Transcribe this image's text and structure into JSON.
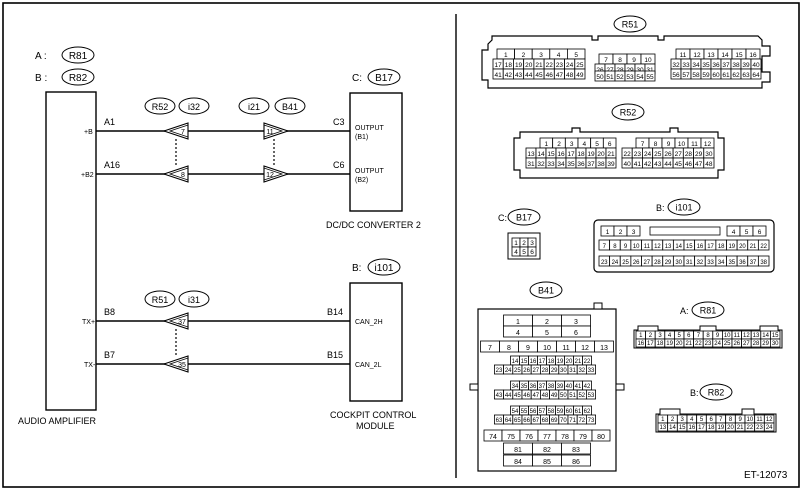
{
  "labels": {
    "a_prefix": "A :",
    "b_prefix": "B :",
    "c_prefix": "C:",
    "b2_prefix": "B:",
    "a_conn": "R81",
    "b_conn": "R82",
    "c_conn": "B17",
    "b_cockpit_conn": "i101",
    "audio_amplifier": "AUDIO AMPLIFIER",
    "dcdc_converter": "DC/DC CONVERTER 2",
    "cockpit_line1": "COCKPIT CONTROL",
    "cockpit_line2": "MODULE",
    "figure_id": "ET-12073"
  },
  "circuit": {
    "pin_a1": "A1",
    "pin_a16": "A16",
    "pin_b8": "B8",
    "pin_b7": "B7",
    "term_plus_b": "+B",
    "term_plus_b2": "+B2",
    "term_txp": "TX+",
    "term_txm": "TX-",
    "pin_c3": "C3",
    "pin_c6": "C6",
    "pin_b14": "B14",
    "pin_b15": "B15",
    "out_b1_l1": "OUTPUT",
    "out_b1_l2": "(B1)",
    "out_b2_l1": "OUTPUT",
    "out_b2_l2": "(B2)",
    "can_h": "CAN_2H",
    "can_l": "CAN_2L",
    "jc_r52": "R52",
    "jc_i32": "i32",
    "jc_i21": "i21",
    "jc_b41": "B41",
    "jc_r51": "R51",
    "jc_i31": "i31",
    "tri_7": "7",
    "tri_8": "8",
    "tri_11": "11",
    "tri_12": "12",
    "tri_37": "37",
    "tri_35": "35"
  },
  "connectors": {
    "r51": {
      "title": "R51",
      "left": [
        [
          "1",
          "2",
          "3",
          "4",
          "5"
        ],
        [
          "17",
          "18",
          "19",
          "20",
          "21",
          "22",
          "23",
          "24",
          "25"
        ],
        [
          "41",
          "42",
          "43",
          "44",
          "45",
          "46",
          "47",
          "48",
          "49"
        ]
      ],
      "mid": [
        [
          "7",
          "8",
          "9",
          "10"
        ],
        [
          "26",
          "27",
          "28",
          "29",
          "30",
          "31"
        ],
        [
          "50",
          "51",
          "52",
          "53",
          "54",
          "55"
        ]
      ],
      "right": [
        [
          "11",
          "12",
          "13",
          "14",
          "15",
          "16"
        ],
        [
          "32",
          "33",
          "34",
          "35",
          "36",
          "37",
          "38",
          "39",
          "40"
        ],
        [
          "56",
          "57",
          "58",
          "59",
          "60",
          "61",
          "62",
          "63",
          "64"
        ]
      ]
    },
    "r52": {
      "title": "R52",
      "left": [
        [
          "1",
          "2",
          "3",
          "4",
          "5",
          "6"
        ],
        [
          "13",
          "14",
          "15",
          "16",
          "17",
          "18",
          "19",
          "20",
          "21"
        ],
        [
          "31",
          "32",
          "33",
          "34",
          "35",
          "36",
          "37",
          "38",
          "39"
        ]
      ],
      "right": [
        [
          "7",
          "8",
          "9",
          "10",
          "11",
          "12"
        ],
        [
          "22",
          "23",
          "24",
          "25",
          "26",
          "27",
          "28",
          "29",
          "30"
        ],
        [
          "40",
          "41",
          "42",
          "43",
          "44",
          "45",
          "46",
          "47",
          "48"
        ]
      ]
    },
    "b17": {
      "prefix": "C:",
      "title": "B17",
      "rows": [
        [
          "1",
          "2",
          "3"
        ],
        [
          "4",
          "5",
          "6"
        ]
      ]
    },
    "i101": {
      "prefix": "B:",
      "title": "i101",
      "row1_left": [
        "1",
        "2",
        "3"
      ],
      "row1_right": [
        "4",
        "5",
        "6"
      ],
      "row2": [
        "7",
        "8",
        "9",
        "10",
        "11",
        "12",
        "13",
        "14",
        "15",
        "16",
        "17",
        "18",
        "19",
        "20",
        "21",
        "22"
      ],
      "row3": [
        "23",
        "24",
        "25",
        "26",
        "27",
        "28",
        "29",
        "30",
        "31",
        "32",
        "33",
        "34",
        "35",
        "36",
        "37",
        "38"
      ]
    },
    "b41": {
      "title": "B41",
      "top": [
        [
          "1",
          "2",
          "3"
        ],
        [
          "4",
          "5",
          "6"
        ]
      ],
      "row7": [
        "7",
        "8",
        "9",
        "10",
        "11",
        "12",
        "13"
      ],
      "g1": [
        [
          "14",
          "15",
          "16",
          "17",
          "18",
          "19",
          "20",
          "21",
          "22"
        ],
        [
          "23",
          "24",
          "25",
          "26",
          "27",
          "28",
          "29",
          "30",
          "31",
          "32",
          "33"
        ]
      ],
      "g2": [
        [
          "34",
          "35",
          "36",
          "37",
          "38",
          "39",
          "40",
          "41",
          "42"
        ],
        [
          "43",
          "44",
          "45",
          "46",
          "47",
          "48",
          "49",
          "50",
          "51",
          "52",
          "53"
        ]
      ],
      "g3": [
        [
          "54",
          "55",
          "56",
          "57",
          "58",
          "59",
          "60",
          "61",
          "62"
        ],
        [
          "63",
          "64",
          "65",
          "66",
          "67",
          "68",
          "69",
          "70",
          "71",
          "72",
          "73"
        ]
      ],
      "row74": [
        "74",
        "75",
        "76",
        "77",
        "78",
        "79",
        "80"
      ],
      "bottom": [
        [
          "81",
          "82",
          "83"
        ],
        [
          "84",
          "85",
          "86"
        ]
      ]
    },
    "r81": {
      "prefix": "A:",
      "title": "R81",
      "row1": [
        "1",
        "2",
        "3",
        "4",
        "5",
        "6",
        "7",
        "8",
        "9",
        "10",
        "11",
        "12",
        "13",
        "14",
        "15"
      ],
      "row2": [
        "16",
        "17",
        "18",
        "19",
        "20",
        "21",
        "22",
        "23",
        "24",
        "25",
        "26",
        "27",
        "28",
        "29",
        "30"
      ]
    },
    "r82": {
      "prefix": "B:",
      "title": "R82",
      "row1": [
        "1",
        "2",
        "3",
        "4",
        "5",
        "6",
        "7",
        "8",
        "9",
        "10",
        "11",
        "12"
      ],
      "row2": [
        "13",
        "14",
        "15",
        "16",
        "17",
        "18",
        "19",
        "20",
        "21",
        "22",
        "23",
        "24"
      ]
    }
  }
}
